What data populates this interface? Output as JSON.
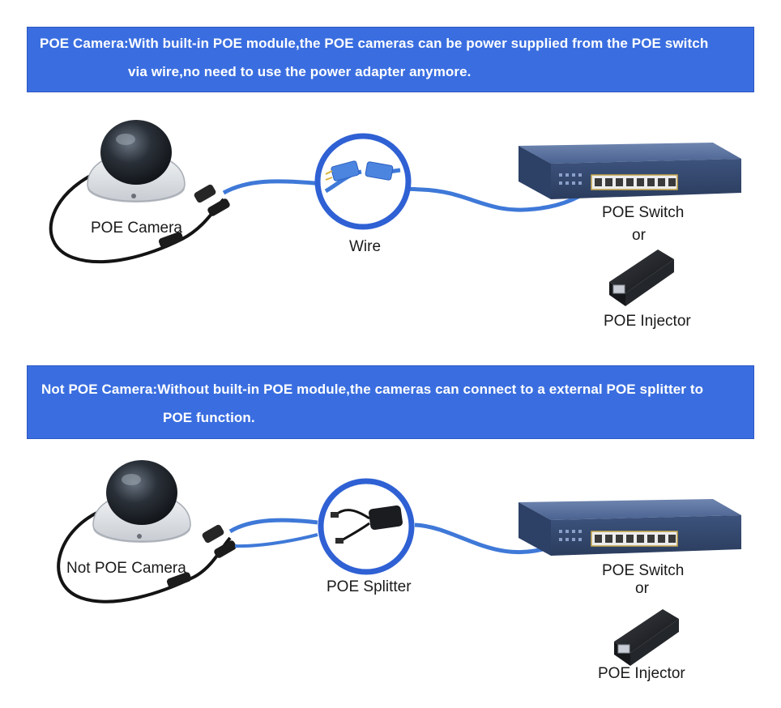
{
  "top": {
    "banner": {
      "line1": "POE Camera:With built-in POE module,the POE cameras can be power supplied from the POE switch",
      "line2": "via wire,no need to use the power adapter anymore."
    },
    "labels": {
      "camera": "POE Camera",
      "wire": "Wire",
      "switch": "POE Switch",
      "or": "or",
      "injector": "POE Injector"
    }
  },
  "bottom": {
    "banner": {
      "line1": "Not POE Camera:Without built-in POE module,the cameras can connect to a external POE splitter to",
      "line2": "POE function."
    },
    "labels": {
      "camera": "Not POE Camera",
      "splitter": "POE Splitter",
      "switch": "POE Switch",
      "or": "or",
      "injector": "POE Injector"
    }
  },
  "colors": {
    "banner": "#3a6ee0",
    "cable": "#3f79d8",
    "circle": "#2f61d4",
    "switch_body": "#4e6a99"
  }
}
